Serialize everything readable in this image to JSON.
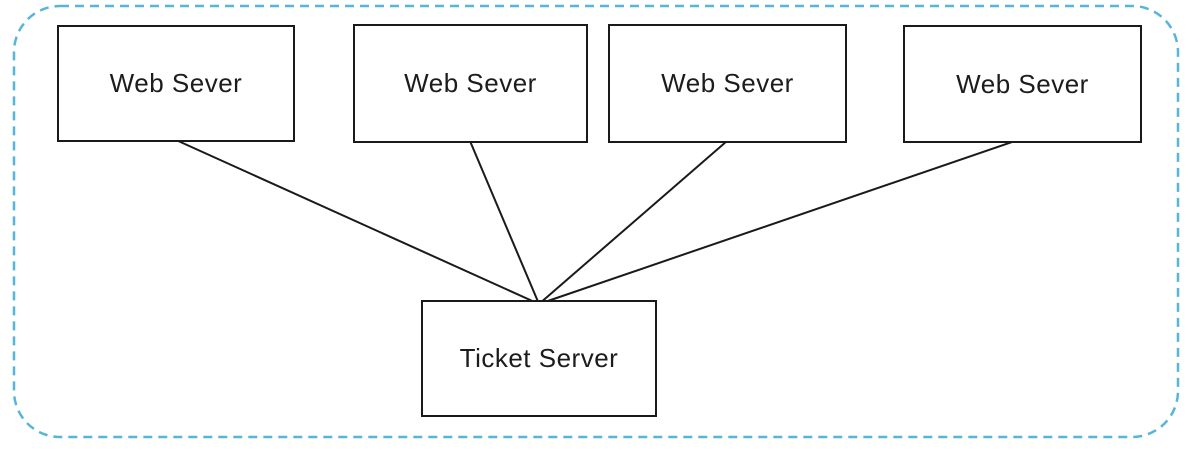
{
  "diagram": {
    "boundary": {
      "color": "#57b6d8",
      "style": "dashed-rounded-rectangle"
    },
    "connector_color": "#1a1a1a",
    "web_servers": [
      {
        "label": "Web Sever"
      },
      {
        "label": "Web Sever"
      },
      {
        "label": "Web Sever"
      },
      {
        "label": "Web Sever"
      }
    ],
    "ticket_server": {
      "label": "Ticket Server"
    },
    "connections": [
      {
        "from": "web-server-1",
        "to": "ticket-server"
      },
      {
        "from": "web-server-2",
        "to": "ticket-server"
      },
      {
        "from": "web-server-3",
        "to": "ticket-server"
      },
      {
        "from": "web-server-4",
        "to": "ticket-server"
      }
    ]
  }
}
